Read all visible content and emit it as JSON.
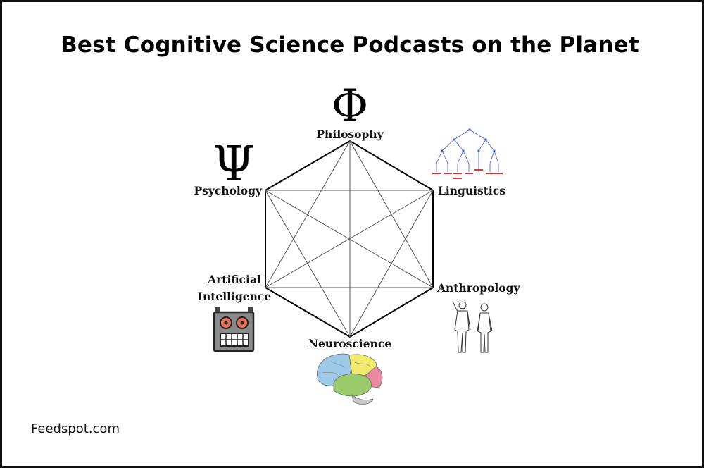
{
  "title": "Best Cognitive Science Podcasts on the Planet",
  "credit": "Feedspot.com",
  "nodes": {
    "philosophy": {
      "label": "Philosophy",
      "symbol": "Φ",
      "icon": "phi-icon"
    },
    "linguistics": {
      "label": "Linguistics",
      "icon": "syntax-tree-icon"
    },
    "anthropology": {
      "label": "Anthropology",
      "icon": "human-figures-icon"
    },
    "neuroscience": {
      "label": "Neuroscience",
      "icon": "brain-icon"
    },
    "ai": {
      "label_line1": "Artificial",
      "label_line2": "Intelligence",
      "icon": "robot-icon"
    },
    "psychology": {
      "label": "Psychology",
      "symbol": "Ψ",
      "icon": "psi-icon"
    }
  },
  "colors": {
    "border": "#111111",
    "hexagon": "#000000",
    "brain_frontal": "#9ec9e8",
    "brain_parietal": "#f2ea6b",
    "brain_temporal": "#9acb6a",
    "brain_occipital": "#e98aa0",
    "robot_eyes": "#e8735a",
    "tree_blue": "#3b5bd6",
    "tree_red": "#d23a3a"
  }
}
